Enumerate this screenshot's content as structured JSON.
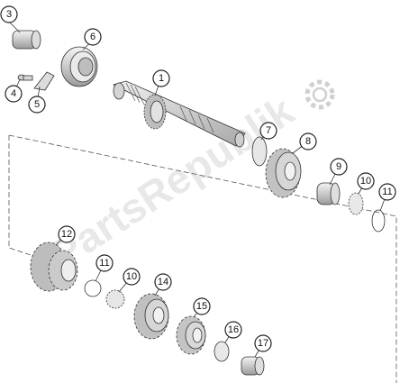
{
  "watermark": {
    "text": "PartsRepublik",
    "icon": "gear-icon"
  },
  "callouts": [
    {
      "id": "callout-1",
      "label": "1"
    },
    {
      "id": "callout-3",
      "label": "3"
    },
    {
      "id": "callout-4",
      "label": "4"
    },
    {
      "id": "callout-5",
      "label": "5"
    },
    {
      "id": "callout-6",
      "label": "6"
    },
    {
      "id": "callout-7",
      "label": "7"
    },
    {
      "id": "callout-8",
      "label": "8"
    },
    {
      "id": "callout-9",
      "label": "9"
    },
    {
      "id": "callout-10a",
      "label": "10"
    },
    {
      "id": "callout-11a",
      "label": "11"
    },
    {
      "id": "callout-12",
      "label": "12"
    },
    {
      "id": "callout-11b",
      "label": "11"
    },
    {
      "id": "callout-10b",
      "label": "10"
    },
    {
      "id": "callout-14",
      "label": "14"
    },
    {
      "id": "callout-15",
      "label": "15"
    },
    {
      "id": "callout-16",
      "label": "16"
    },
    {
      "id": "callout-17",
      "label": "17"
    }
  ],
  "colors": {
    "line": "#333333",
    "part_fill": "#e8e8e8",
    "gear_fill": "#cfcfcf",
    "watermark": "#d6d6d6"
  }
}
